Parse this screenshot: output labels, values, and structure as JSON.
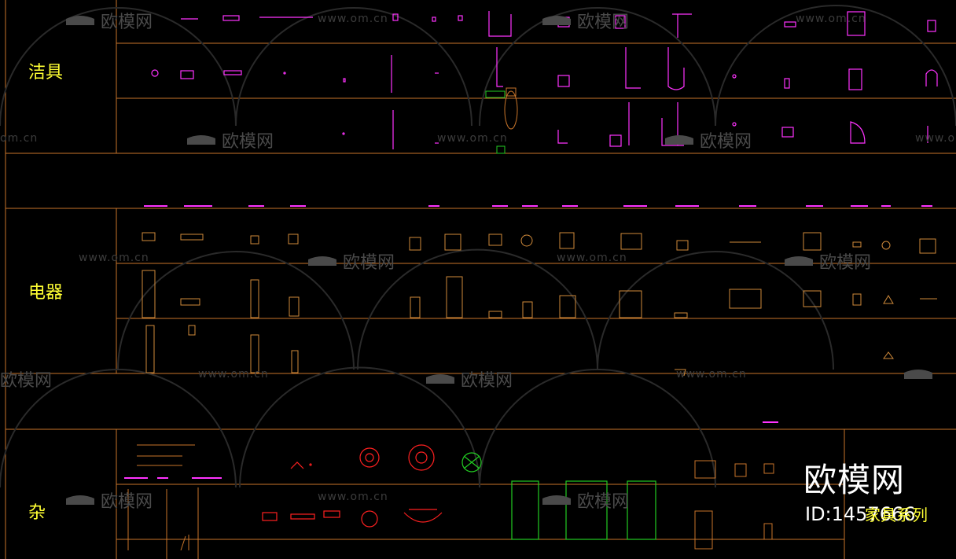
{
  "sections": {
    "sanitary": "洁具",
    "appliances": "电器",
    "misc": "杂"
  },
  "watermark": {
    "url": "www.om.cn",
    "url_partial": "om.cn",
    "logo_text": "欧模网",
    "logo_partial": "欧模网"
  },
  "brand": {
    "name": "欧模网",
    "id_label": "ID:1457666",
    "series": "家具系列"
  },
  "colors": {
    "grid": "#c8752a",
    "sanitary": "#ff33ff",
    "appliance": "#d08a3a",
    "misc_red": "#ff2020",
    "misc_green": "#22cc22",
    "label": "#ffff33"
  }
}
